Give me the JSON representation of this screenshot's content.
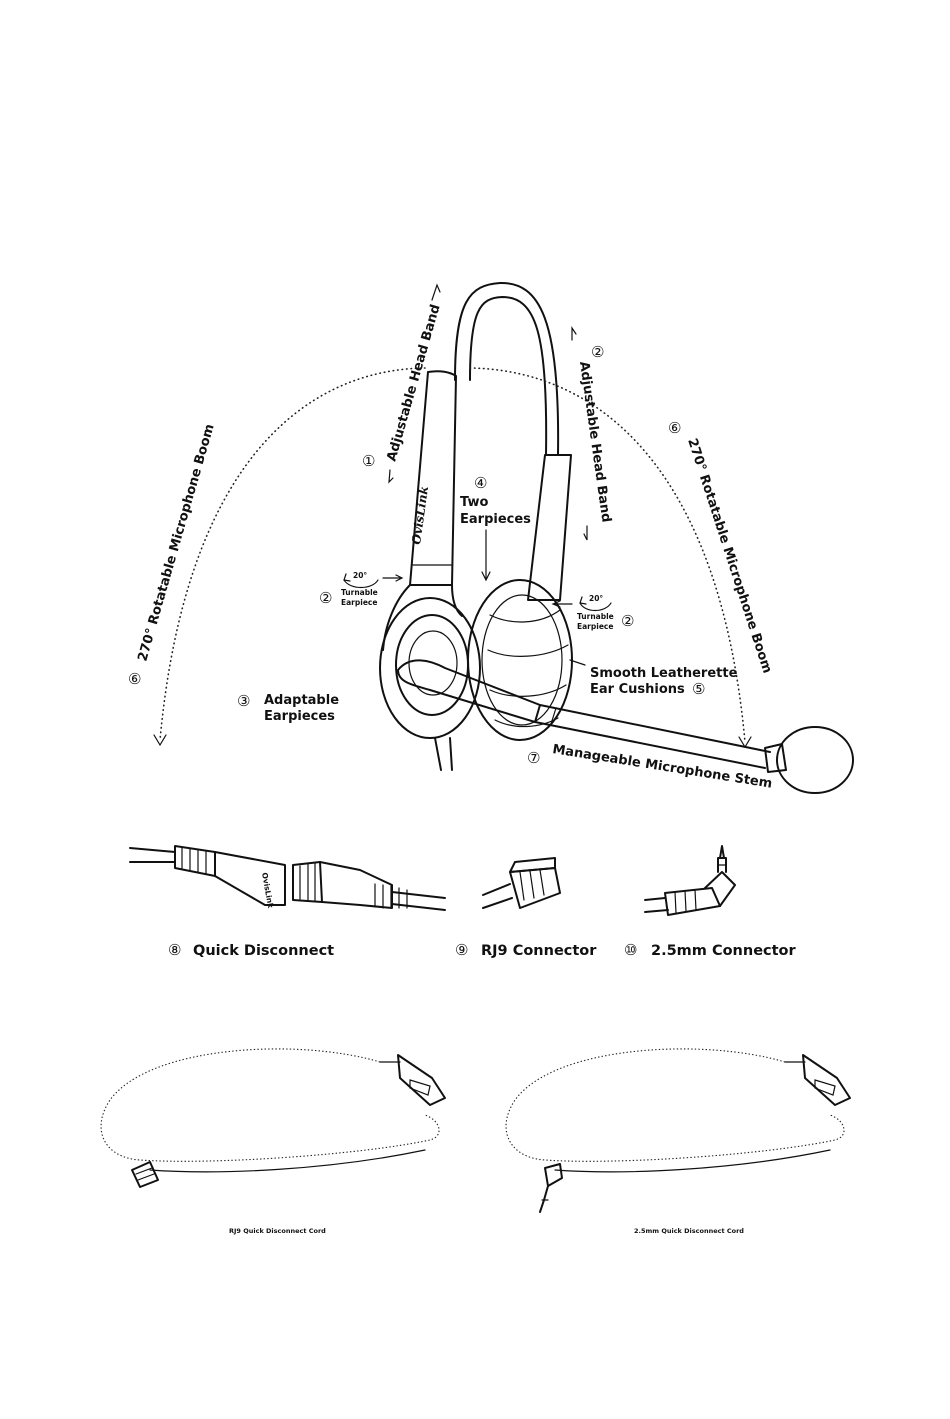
{
  "labels": {
    "headband_left": "Adjustable Head Band",
    "headband_right": "Adjustable Head Band",
    "two_earpieces_line1": "Two",
    "two_earpieces_line2": "Earpieces",
    "boom_left": "270° Rotatable Microphone Boom",
    "boom_right": "270° Rotatable Microphone Boom",
    "turn_left_deg": "20°",
    "turn_left_line1": "Turnable",
    "turn_left_line2": "Earpiece",
    "turn_right_deg": "20°",
    "turn_right_line1": "Turnable",
    "turn_right_line2": "Earpiece",
    "adaptable_line1": "Adaptable",
    "adaptable_line2": "Earpieces",
    "cushion_line1": "Smooth Leatherette",
    "cushion_line2": "Ear Cushions",
    "mic_stem": "Manageable Microphone Stem",
    "brand": "OvisLink"
  },
  "numbers": {
    "n1": "①",
    "n2a": "②",
    "n2b": "②",
    "n2c": "②",
    "n3": "③",
    "n4": "④",
    "n5": "⑤",
    "n6a": "⑥",
    "n6b": "⑥",
    "n7": "⑦",
    "n8": "⑧",
    "n9": "⑨",
    "n10": "⑩"
  },
  "connectors": {
    "quick_disconnect": "Quick Disconnect",
    "rj9": "RJ9 Connector",
    "mm25": "2.5mm Connector"
  },
  "cords": {
    "rj9_caption": "RJ9 Quick Disconnect Cord",
    "mm25_caption": "2.5mm Quick Disconnect Cord"
  }
}
